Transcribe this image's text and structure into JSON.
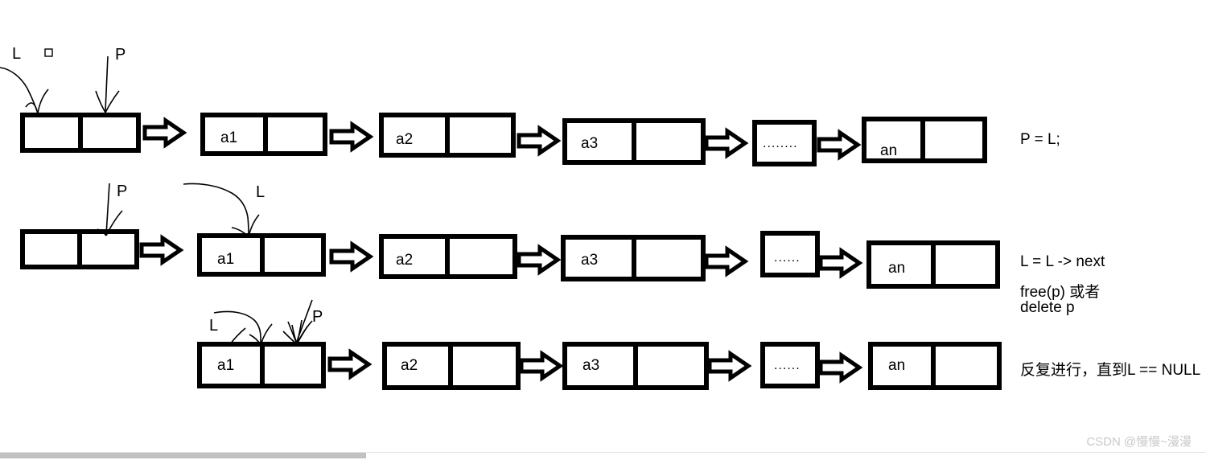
{
  "diagram": {
    "title": "Linked list deletion / traversal step diagram",
    "stroke_color": "#000000",
    "background": "#ffffff",
    "rows": [
      {
        "id": "row-1",
        "note_lines": [
          "P = L;"
        ],
        "pointers": [
          {
            "label": "L",
            "target": "head-node-data"
          },
          {
            "label": "P",
            "target": "head-node-next"
          }
        ],
        "has_square_marker": true,
        "nodes": [
          {
            "id": "head",
            "data": "",
            "kind": "head"
          },
          {
            "id": "n1",
            "data": "a1",
            "kind": "node"
          },
          {
            "id": "n2",
            "data": "a2",
            "kind": "node"
          },
          {
            "id": "n3",
            "data": "a3",
            "kind": "node"
          },
          {
            "id": "ndots",
            "data": "........",
            "kind": "ellipsis"
          },
          {
            "id": "nn",
            "data": "an",
            "kind": "node"
          }
        ]
      },
      {
        "id": "row-2",
        "note_lines": [
          "L = L -> next",
          "free(p) 或者",
          "delete p"
        ],
        "pointers": [
          {
            "label": "P",
            "target": "head-node-next"
          },
          {
            "label": "L",
            "target": "a1-node-next"
          }
        ],
        "has_square_marker": false,
        "nodes": [
          {
            "id": "head",
            "data": "",
            "kind": "head"
          },
          {
            "id": "n1",
            "data": "a1",
            "kind": "node"
          },
          {
            "id": "n2",
            "data": "a2",
            "kind": "node"
          },
          {
            "id": "n3",
            "data": "a3",
            "kind": "node"
          },
          {
            "id": "ndots",
            "data": "......",
            "kind": "ellipsis"
          },
          {
            "id": "nn",
            "data": "an",
            "kind": "node"
          }
        ]
      },
      {
        "id": "row-3",
        "note_lines": [
          "反复进行，直到L == NULL"
        ],
        "pointers": [
          {
            "label": "L",
            "target": "a1-node-data"
          },
          {
            "label": "P",
            "target": "a1-node-next"
          }
        ],
        "has_square_marker": false,
        "nodes": [
          {
            "id": "n1",
            "data": "a1",
            "kind": "node"
          },
          {
            "id": "n2",
            "data": "a2",
            "kind": "node"
          },
          {
            "id": "n3",
            "data": "a3",
            "kind": "node"
          },
          {
            "id": "ndots",
            "data": "......",
            "kind": "ellipsis"
          },
          {
            "id": "nn",
            "data": "an",
            "kind": "node"
          }
        ]
      }
    ]
  },
  "labels": {
    "r1_L": "L",
    "r1_P": "P",
    "r1_a1": "a1",
    "r1_a2": "a2",
    "r1_a3": "a3",
    "r1_dots": "........",
    "r1_an": "an",
    "r1_note1": "P = L;",
    "r2_P": "P",
    "r2_L": "L",
    "r2_a1": "a1",
    "r2_a2": "a2",
    "r2_a3": "a3",
    "r2_dots": "......",
    "r2_an": "an",
    "r2_note1": "L = L -> next",
    "r2_note2": "free(p) 或者",
    "r2_note3": "delete p",
    "r3_L": "L",
    "r3_P": "P",
    "r3_a1": "a1",
    "r3_a2": "a2",
    "r3_a3": "a3",
    "r3_dots": "......",
    "r3_an": "an",
    "r3_note1": "反复进行，直到L == NULL"
  },
  "watermark": {
    "text": "CSDN @慢慢~漫漫",
    "color": "#c9c9c9"
  },
  "scrollbar": {
    "thumb_color": "#c1c1c1",
    "track_color": "#ffffff"
  }
}
